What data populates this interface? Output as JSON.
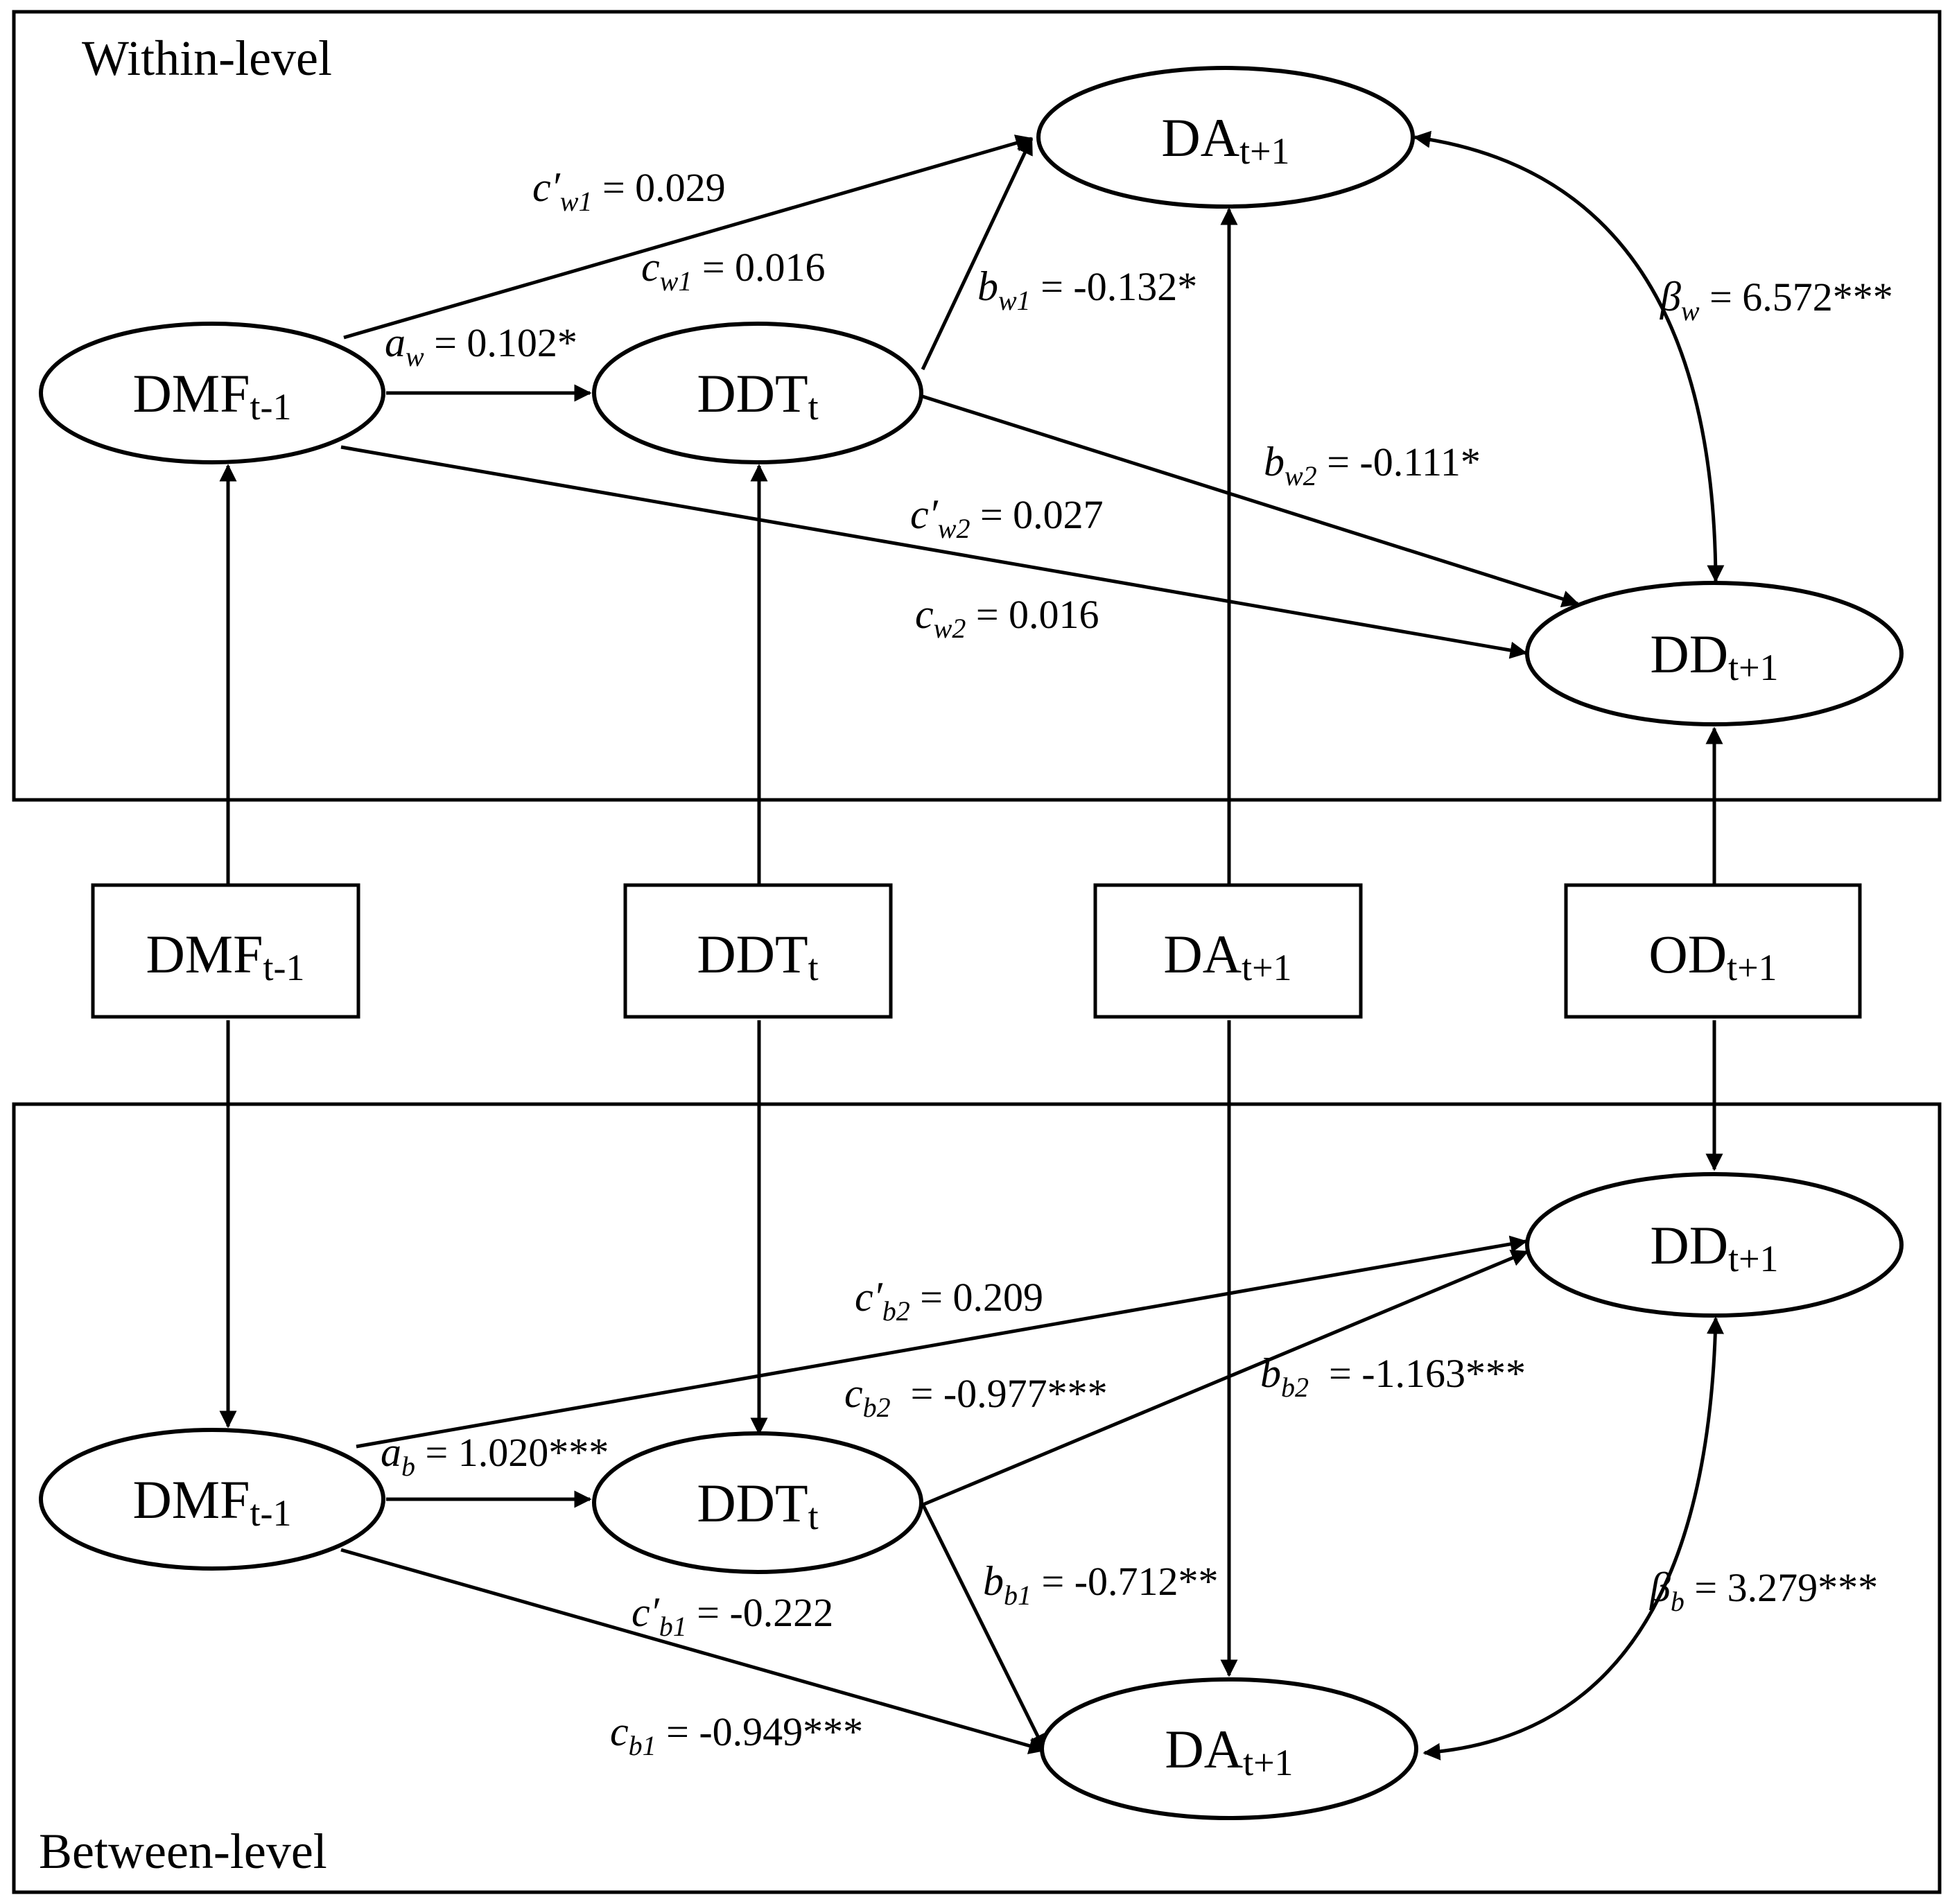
{
  "levels": {
    "within": "Within-level",
    "between": "Between-level"
  },
  "nodes": {
    "within": {
      "dmf": {
        "main": "DMF",
        "sub": "t-1"
      },
      "ddt": {
        "main": "DDT",
        "sub": "t"
      },
      "da": {
        "main": "DA",
        "sub": "t+1"
      },
      "dd": {
        "main": "DD",
        "sub": "t+1"
      }
    },
    "observed": {
      "dmf": {
        "main": "DMF",
        "sub": "t-1"
      },
      "ddt": {
        "main": "DDT",
        "sub": "t"
      },
      "da": {
        "main": "DA",
        "sub": "t+1"
      },
      "od": {
        "main": "OD",
        "sub": "t+1"
      }
    },
    "between": {
      "dmf": {
        "main": "DMF",
        "sub": "t-1"
      },
      "ddt": {
        "main": "DDT",
        "sub": "t"
      },
      "da": {
        "main": "DA",
        "sub": "t+1"
      },
      "dd": {
        "main": "DD",
        "sub": "t+1"
      }
    }
  },
  "paths": {
    "within": {
      "cpw1": {
        "sym": "c",
        "prime": "′",
        "sub": "w1",
        "value": " = 0.029"
      },
      "cw1": {
        "sym": "c",
        "sub": "w1",
        "value": " = 0.016"
      },
      "aw": {
        "sym": "a",
        "sub": "w",
        "value": " = 0.102*"
      },
      "bw1": {
        "sym": "b",
        "sub": "w1",
        "value": " = -0.132*"
      },
      "bw2": {
        "sym": "b",
        "sub": "w2",
        "value": " = -0.111*"
      },
      "cpw2": {
        "sym": "c",
        "prime": "′",
        "sub": "w2",
        "value": " = 0.027"
      },
      "cw2": {
        "sym": "c",
        "sub": "w2",
        "value": " = 0.016"
      },
      "betaw": {
        "sym": "β",
        "sub": "w",
        "value": " = 6.572***"
      }
    },
    "between": {
      "cpb2": {
        "sym": "c",
        "prime": "′",
        "sub": "b2",
        "value": " = 0.209"
      },
      "cb2": {
        "sym": "c",
        "sub": "b2",
        "value": "  = -0.977***"
      },
      "bb2": {
        "sym": "b",
        "sub": "b2",
        "value": "  = -1.163***"
      },
      "ab": {
        "sym": "a",
        "sub": "b",
        "value": " = 1.020***"
      },
      "bb1": {
        "sym": "b",
        "sub": "b1",
        "value": " = -0.712**"
      },
      "cpb1": {
        "sym": "c",
        "prime": "′",
        "sub": "b1",
        "value": " = -0.222"
      },
      "cb1": {
        "sym": "c",
        "sub": "b1",
        "value": " = -0.949***"
      },
      "betab": {
        "sym": "β",
        "sub": "b",
        "value": " = 3.279***"
      }
    }
  }
}
